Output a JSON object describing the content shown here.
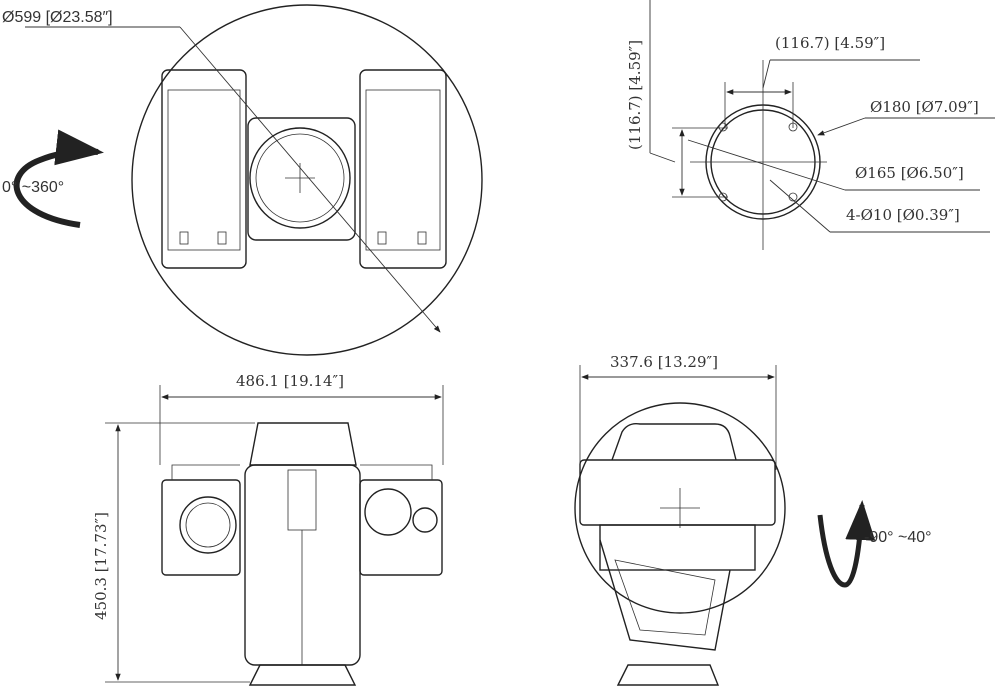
{
  "top_view": {
    "diameter_label": "Ø599 [Ø23.58″]",
    "pan_range_label": "0° ~360°"
  },
  "mount_view": {
    "width_label": "(116.7) [4.59″]",
    "height_label": "(116.7) [4.59″]",
    "outer_diameter_label": "Ø180 [Ø7.09″]",
    "inner_diameter_label": "Ø165 [Ø6.50″]",
    "holes_label": "4-Ø10 [Ø0.39″]"
  },
  "front_view": {
    "width_label": "486.1 [19.14″]",
    "height_label": "450.3 [17.73″]"
  },
  "side_view": {
    "depth_label": "337.6 [13.29″]",
    "tilt_range_label": "-90° ~40°"
  }
}
